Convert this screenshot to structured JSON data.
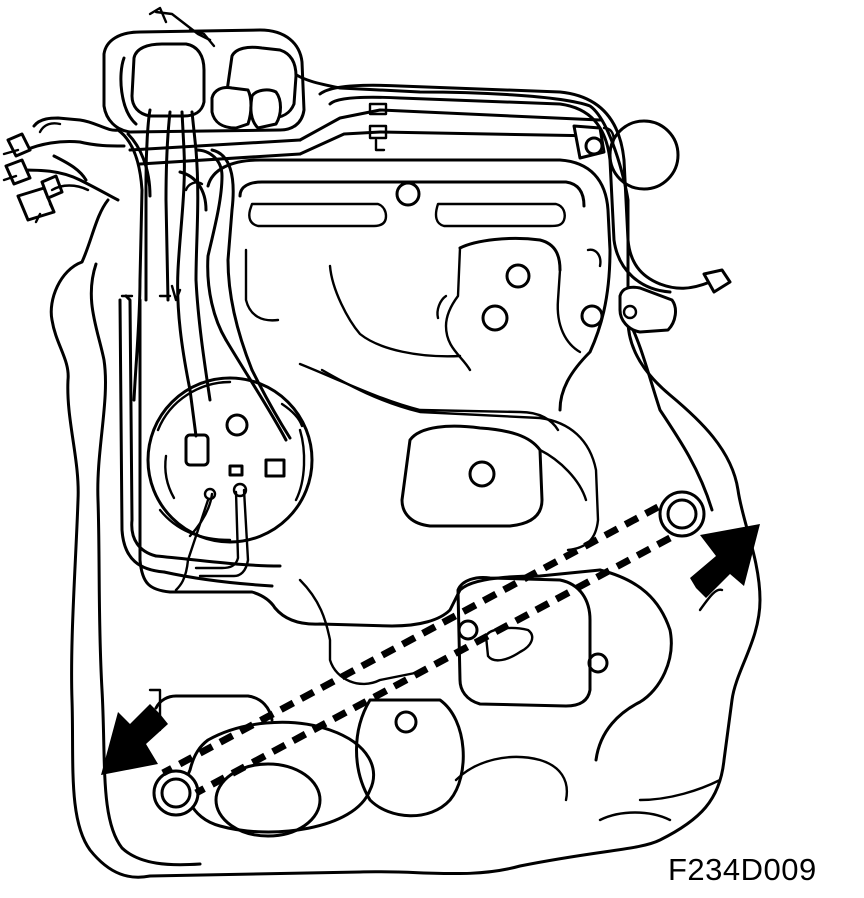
{
  "figure": {
    "code": "F234D009"
  },
  "colors": {
    "line": "#000000",
    "background": "#ffffff"
  },
  "callouts": {
    "arrow_count": 2,
    "dashed_path_count": 2
  }
}
